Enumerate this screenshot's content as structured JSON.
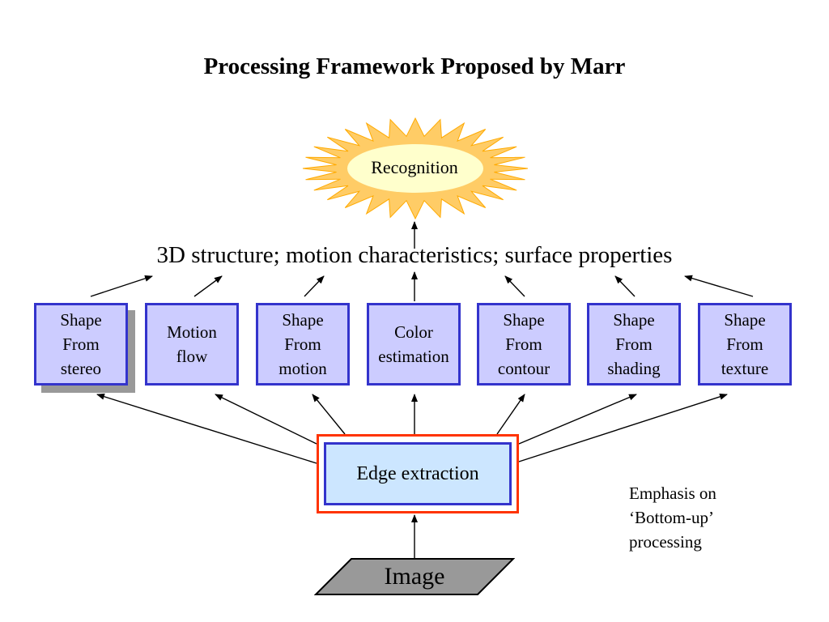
{
  "title": "Processing Framework Proposed by Marr",
  "recognition": {
    "label": "Recognition"
  },
  "structure_line": "3D structure; motion characteristics; surface properties",
  "modules": [
    {
      "label": "Shape\nFrom\nstereo"
    },
    {
      "label": "Motion\nflow"
    },
    {
      "label": "Shape\nFrom\nmotion"
    },
    {
      "label": "Color\nestimation"
    },
    {
      "label": "Shape\nFrom\ncontour"
    },
    {
      "label": "Shape\nFrom\nshading"
    },
    {
      "label": "Shape\nFrom\ntexture"
    }
  ],
  "edge_extraction": {
    "label": "Edge extraction"
  },
  "image": {
    "label": "Image"
  },
  "note": "Emphasis on\n‘Bottom-up’\nprocessing",
  "colors": {
    "module_fill": "#ccccff",
    "module_border": "#3333cc",
    "edge_fill": "#cce6ff",
    "edge_outer_border": "#ff3300",
    "starburst_outer": "#ffcc66",
    "starburst_inner": "#ffffcc",
    "image_fill": "#999999"
  }
}
